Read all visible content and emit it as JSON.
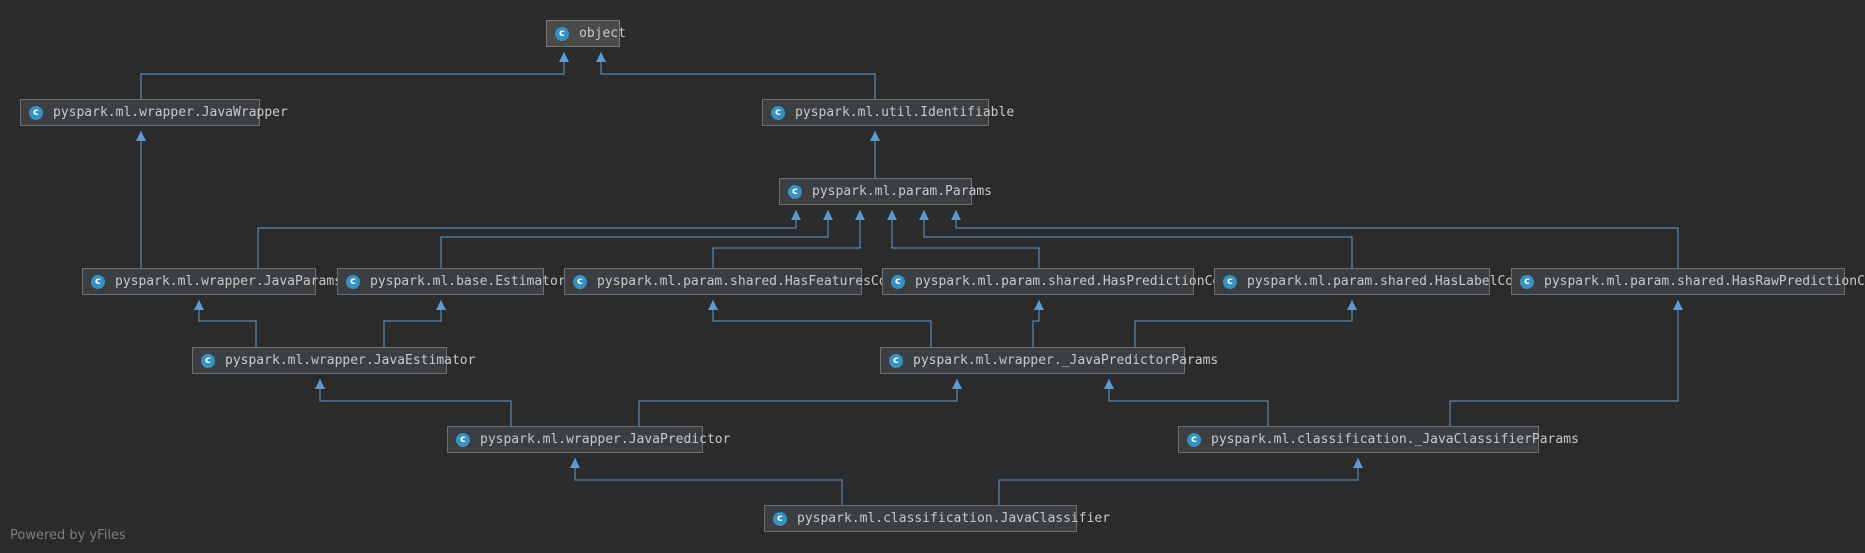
{
  "classes": {
    "object": "object",
    "java_wrapper": "pyspark.ml.wrapper.JavaWrapper",
    "identifiable": "pyspark.ml.util.Identifiable",
    "params": "pyspark.ml.param.Params",
    "java_params": "pyspark.ml.wrapper.JavaParams",
    "estimator": "pyspark.ml.base.Estimator",
    "has_features_col": "pyspark.ml.param.shared.HasFeaturesCol",
    "has_prediction_col": "pyspark.ml.param.shared.HasPredictionCol",
    "has_label_col": "pyspark.ml.param.shared.HasLabelCol",
    "has_raw_prediction_col": "pyspark.ml.param.shared.HasRawPredictionCol",
    "java_estimator": "pyspark.ml.wrapper.JavaEstimator",
    "java_predictor_params": "pyspark.ml.wrapper._JavaPredictorParams",
    "java_predictor": "pyspark.ml.wrapper.JavaPredictor",
    "java_classifier_params": "pyspark.ml.classification._JavaClassifierParams",
    "java_classifier": "pyspark.ml.classification.JavaClassifier"
  },
  "inheritance": [
    {
      "child": "java_wrapper",
      "parent": "object"
    },
    {
      "child": "identifiable",
      "parent": "object"
    },
    {
      "child": "params",
      "parent": "identifiable"
    },
    {
      "child": "java_params",
      "parent": "java_wrapper"
    },
    {
      "child": "java_params",
      "parent": "params"
    },
    {
      "child": "estimator",
      "parent": "params"
    },
    {
      "child": "has_features_col",
      "parent": "params"
    },
    {
      "child": "has_prediction_col",
      "parent": "params"
    },
    {
      "child": "has_label_col",
      "parent": "params"
    },
    {
      "child": "has_raw_prediction_col",
      "parent": "params"
    },
    {
      "child": "java_estimator",
      "parent": "java_params"
    },
    {
      "child": "java_estimator",
      "parent": "estimator"
    },
    {
      "child": "java_predictor_params",
      "parent": "has_features_col"
    },
    {
      "child": "java_predictor_params",
      "parent": "has_prediction_col"
    },
    {
      "child": "java_predictor_params",
      "parent": "has_label_col"
    },
    {
      "child": "java_predictor",
      "parent": "java_estimator"
    },
    {
      "child": "java_predictor",
      "parent": "java_predictor_params"
    },
    {
      "child": "java_classifier_params",
      "parent": "java_predictor_params"
    },
    {
      "child": "java_classifier_params",
      "parent": "has_raw_prediction_col"
    },
    {
      "child": "java_classifier",
      "parent": "java_predictor"
    },
    {
      "child": "java_classifier",
      "parent": "java_classifier_params"
    }
  ],
  "class_icon": {
    "glyph": "c",
    "name": "class-icon",
    "color": "#3592c4"
  },
  "edge_color": "#5b9bd5",
  "background_color": "#2b2b2b",
  "watermark": "Powered by yFiles"
}
